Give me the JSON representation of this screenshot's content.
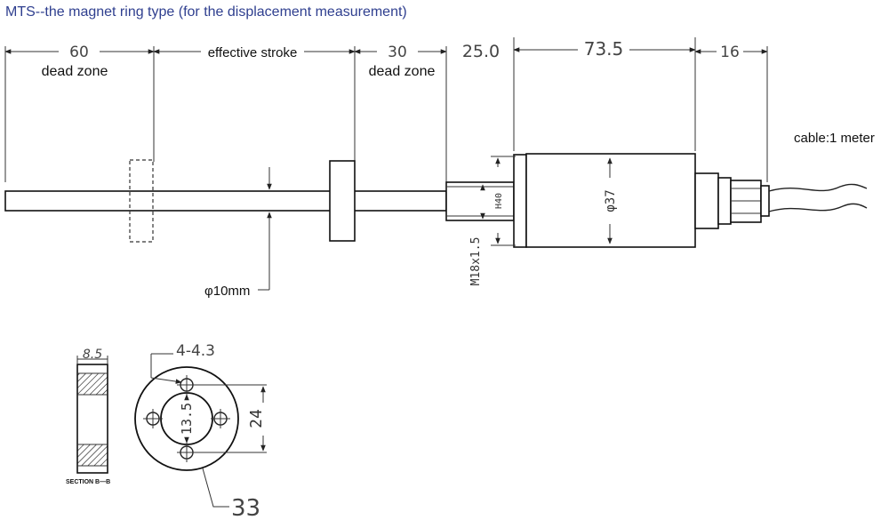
{
  "title": "MTS--the magnet ring type (for the displacement measurement)",
  "dims": {
    "dead_zone_left_value": "60",
    "dead_zone_left_label": "dead zone",
    "effective_stroke": "effective stroke",
    "dead_zone_right_value": "30",
    "dead_zone_right_label": "dead zone",
    "threaded_length": "25.0",
    "housing_length": "73.5",
    "gland_length": "16",
    "cable": "cable:1 meter",
    "rod_diameter": "φ10mm",
    "housing_diameter": "φ37",
    "hex_size": "H40",
    "thread": "M18x1.5"
  },
  "magnet_ring": {
    "thickness": "8.5",
    "holes": "4-4.3",
    "inner_diameter": "13.5",
    "hole_spacing": "24",
    "outer_diameter": "33",
    "section_label": "SECTION B—B"
  }
}
